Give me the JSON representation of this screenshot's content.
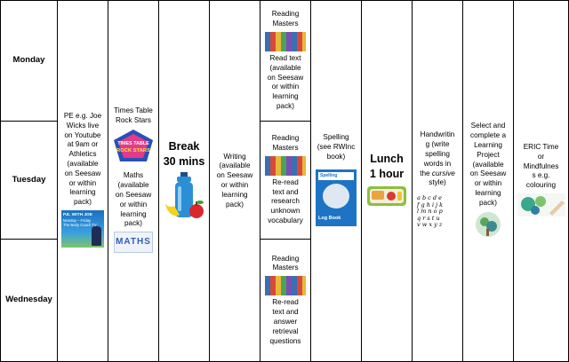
{
  "days": [
    "Monday",
    "Tuesday",
    "Wednesday"
  ],
  "pe": {
    "lines": [
      "PE e.g. Joe",
      "Wicks live",
      "on Youtube",
      "at 9am or",
      "Athletics",
      "(available",
      "on Seesaw",
      "or within",
      "learning",
      "pack)"
    ],
    "image_caption_lines": [
      "P.E. WITH JOE",
      "Monday – Friday",
      "The Body Coach TV"
    ]
  },
  "ttrs_maths": {
    "title_lines": [
      "Times Table",
      "Rock Stars"
    ],
    "logo_lines": [
      "TIMES TABLE",
      "ROCK STARS"
    ],
    "maths_lines": [
      "Maths",
      "(available",
      "on Seesaw",
      "or within",
      "learning",
      "pack)"
    ],
    "maths_image_text": "MATHS"
  },
  "break": {
    "lines": [
      "Break",
      "30 mins"
    ]
  },
  "writing": {
    "lines": [
      "Writing",
      "(available",
      "on Seesaw",
      "or within",
      "learning",
      "pack)"
    ]
  },
  "reading": [
    {
      "title_lines": [
        "Reading",
        "Masters"
      ],
      "text_lines": [
        "Read text",
        "(available",
        "on Seesaw",
        "or within",
        "learning",
        "pack)"
      ]
    },
    {
      "title_lines": [
        "Reading",
        "Masters"
      ],
      "text_lines": [
        "Re-read",
        "text and",
        "research",
        "unknown",
        "vocabulary"
      ]
    },
    {
      "title_lines": [
        "Reading",
        "Masters"
      ],
      "text_lines": [
        "Re-read",
        "text and",
        "answer",
        "retrieval",
        "questions"
      ]
    }
  ],
  "spelling": {
    "lines": [
      "Spelling",
      "(see RWInc",
      "book)"
    ],
    "book_title": "Spelling",
    "book_footer": "Log Book"
  },
  "lunch": {
    "lines": [
      "Lunch",
      "1 hour"
    ]
  },
  "handwriting": {
    "lines": [
      "Handwritin",
      "g (write",
      "spelling",
      "words in",
      "the"
    ],
    "italic_word": "cursive",
    "end_line": "style)",
    "sample_rows": [
      "a b c d e",
      "f g h i j k",
      "l m n o p",
      "q r s t u",
      "v w x y z"
    ]
  },
  "learning_project": {
    "lines": [
      "Select  and",
      "complete a",
      "Learning",
      "Project",
      "(available",
      "on Seesaw",
      "or within",
      "learning",
      "pack)"
    ]
  },
  "eric": {
    "lines": [
      "ERIC Time",
      "or",
      "Mindfulnes",
      "s e.g.",
      "colouring"
    ]
  },
  "colors": {
    "border": "#000000",
    "ttrs_blue": "#2a4fb5",
    "book_blue": "#1d74c4",
    "bottle_blue": "#2c8fd6"
  }
}
